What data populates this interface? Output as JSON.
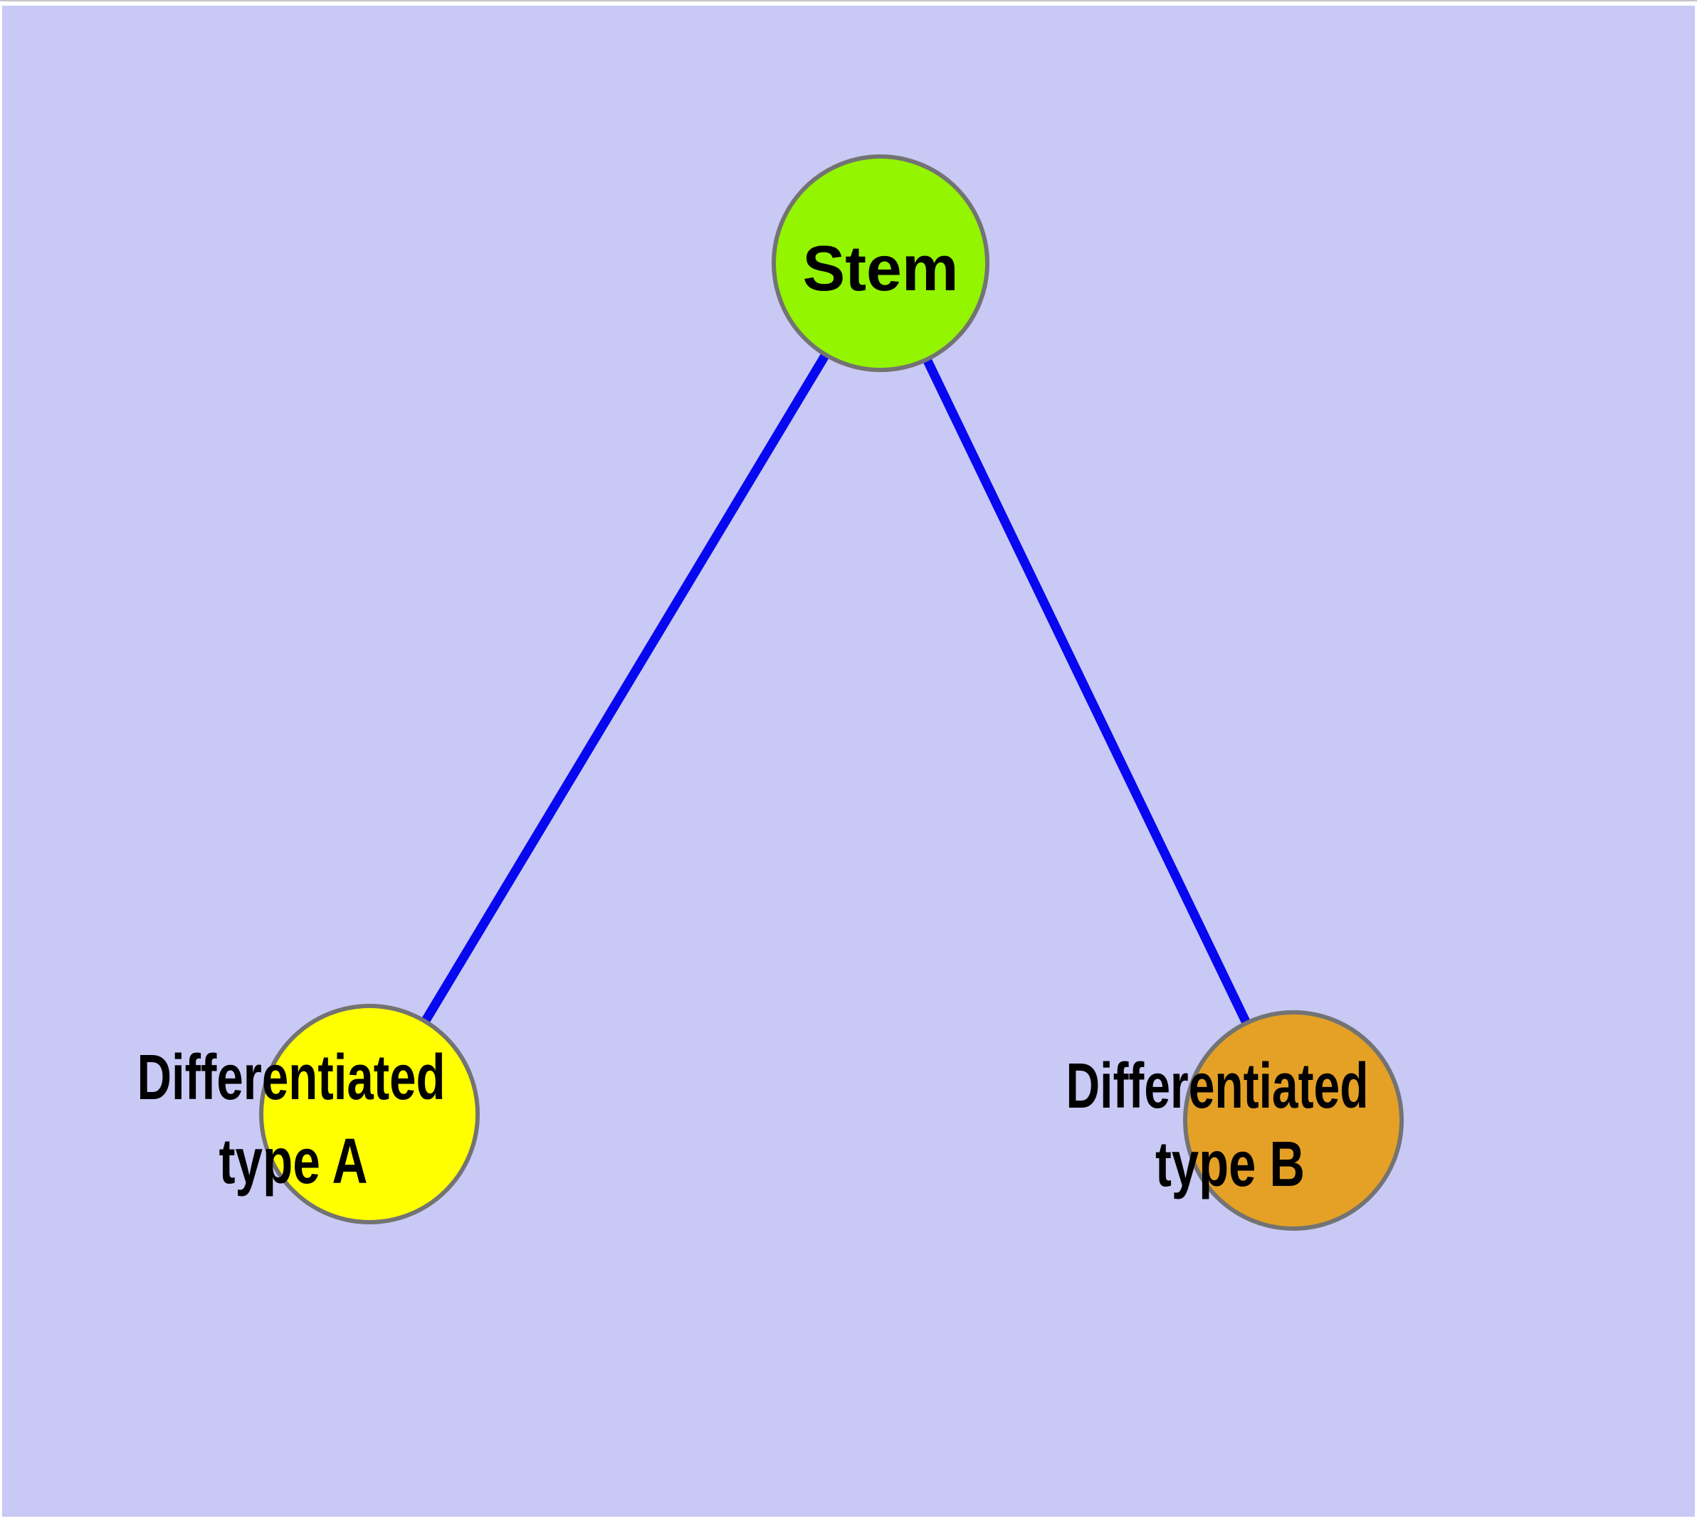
{
  "diagram": {
    "background_color": "#C9C9F5",
    "frame_color": "#FFFFFF",
    "top_edge_line_color": "#C6C6CA",
    "edge_color": "#0707F0",
    "node_border_color": "#737373",
    "text_color": "#000000",
    "nodes": {
      "stem": {
        "label": "Stem",
        "fill": "#93F500"
      },
      "type_a": {
        "label_line1": "Differentiated",
        "label_line2": "type A",
        "fill": "#FFFF00"
      },
      "type_b": {
        "label_line1": "Differentiated",
        "label_line2": "type B",
        "fill": "#E5A125"
      }
    },
    "edges": [
      {
        "from": "Stem",
        "to": "Differentiated type A"
      },
      {
        "from": "Stem",
        "to": "Differentiated type B"
      }
    ]
  }
}
